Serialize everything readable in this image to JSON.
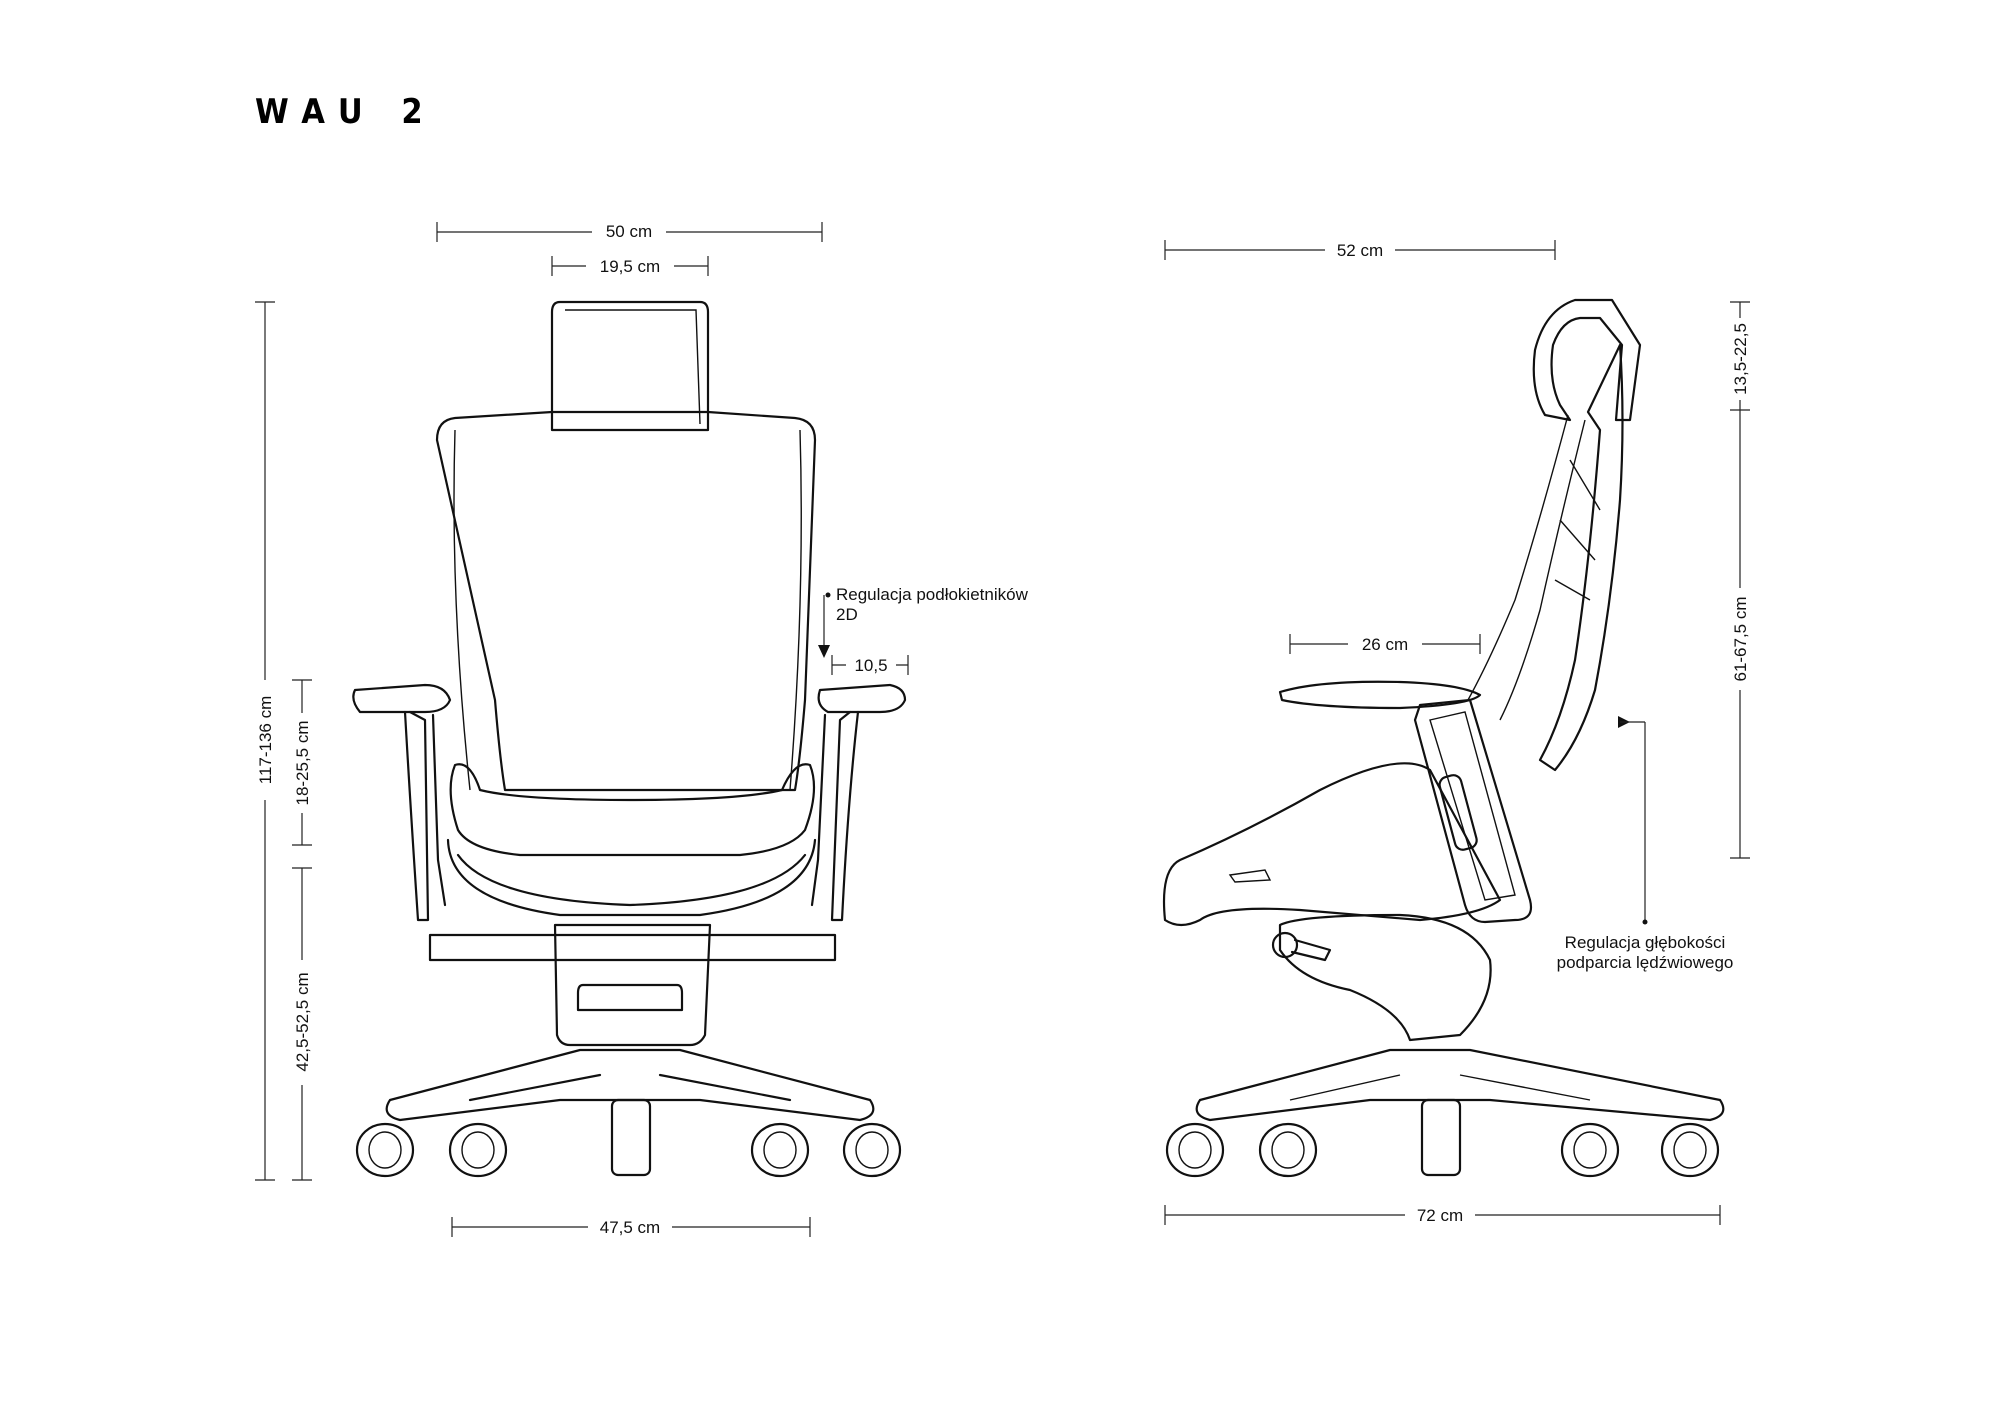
{
  "title": "WAU 2",
  "front_view": {
    "width_total": "50 cm",
    "headrest_width": "19,5 cm",
    "height_total": "117-136 cm",
    "armrest_height": "18-25,5 cm",
    "seat_height": "42,5-52,5 cm",
    "armrest_adjust_note": "Regulacja podłokietników",
    "armrest_adjust_note_2": "2D",
    "armrest_shift": "10,5",
    "base_width": "47,5 cm"
  },
  "side_view": {
    "depth_top": "52 cm",
    "headrest_adjust": "13,5-22,5",
    "backrest_height": "61-67,5 cm",
    "armrest_length": "26 cm",
    "lumbar_note": "Regulacja głębokości",
    "lumbar_note_2": "podparcia lędźwiowego",
    "base_depth": "72 cm"
  }
}
